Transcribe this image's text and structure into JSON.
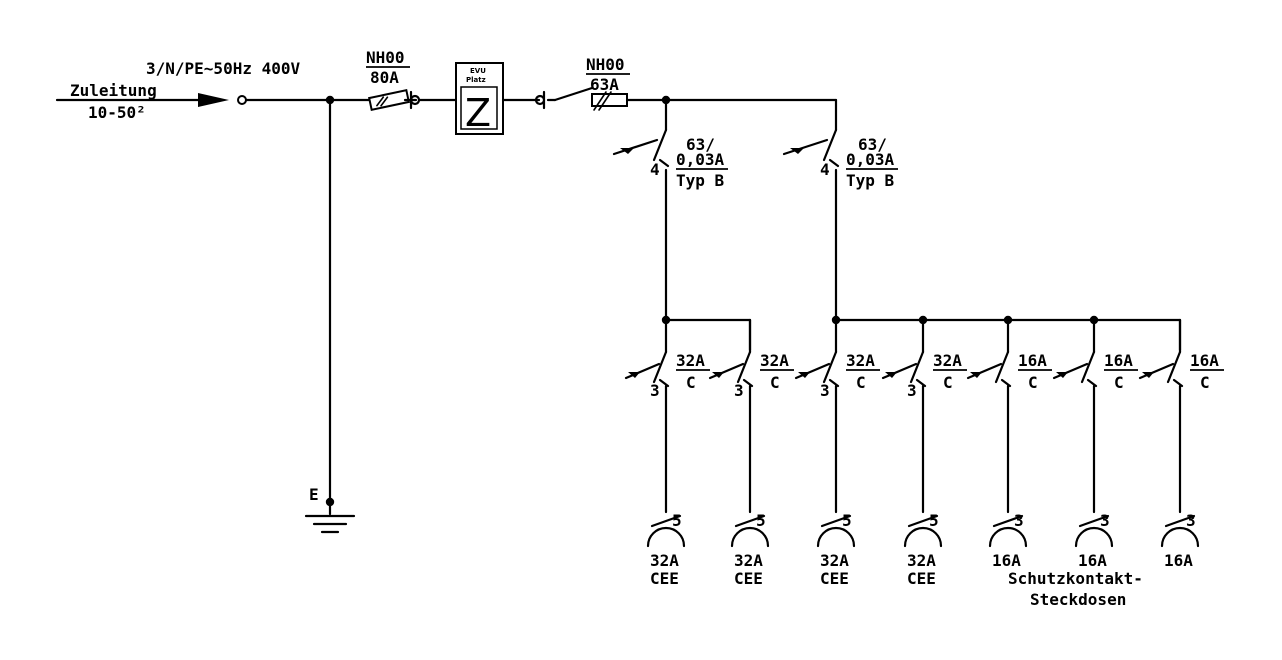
{
  "supply": {
    "system": "3/N/PE~50Hz 400V",
    "feeder": "Zuleitung",
    "feeder_section": "10-50²"
  },
  "main_fuse": {
    "type": "NH00",
    "rating": "80A"
  },
  "meter": {
    "label_top": "EVU",
    "label_bottom": "Platz",
    "symbol": "Z"
  },
  "post_meter_fuse": {
    "type": "NH00",
    "rating": "63A"
  },
  "earth": {
    "label": "E"
  },
  "rcds": [
    {
      "poles": "4",
      "rating": "63/",
      "sensitivity": "0,03A",
      "type": "Typ B"
    },
    {
      "poles": "4",
      "rating": "63/",
      "sensitivity": "0,03A",
      "type": "Typ B"
    }
  ],
  "breakers": [
    {
      "poles": "3",
      "rating": "32A",
      "curve": "C"
    },
    {
      "poles": "3",
      "rating": "32A",
      "curve": "C"
    },
    {
      "poles": "3",
      "rating": "32A",
      "curve": "C"
    },
    {
      "poles": "3",
      "rating": "32A",
      "curve": "C"
    },
    {
      "poles": "",
      "rating": "16A",
      "curve": "C"
    },
    {
      "poles": "",
      "rating": "16A",
      "curve": "C"
    },
    {
      "poles": "",
      "rating": "16A",
      "curve": "C"
    }
  ],
  "sockets": [
    {
      "poles": "5",
      "rating": "32A",
      "kind": "CEE"
    },
    {
      "poles": "5",
      "rating": "32A",
      "kind": "CEE"
    },
    {
      "poles": "5",
      "rating": "32A",
      "kind": "CEE"
    },
    {
      "poles": "5",
      "rating": "32A",
      "kind": "CEE"
    },
    {
      "poles": "3",
      "rating": "16A",
      "kind": ""
    },
    {
      "poles": "3",
      "rating": "16A",
      "kind": ""
    },
    {
      "poles": "3",
      "rating": "16A",
      "kind": ""
    }
  ],
  "socket_group_label": {
    "line1": "Schutzkontakt-",
    "line2": "Steckdosen"
  }
}
